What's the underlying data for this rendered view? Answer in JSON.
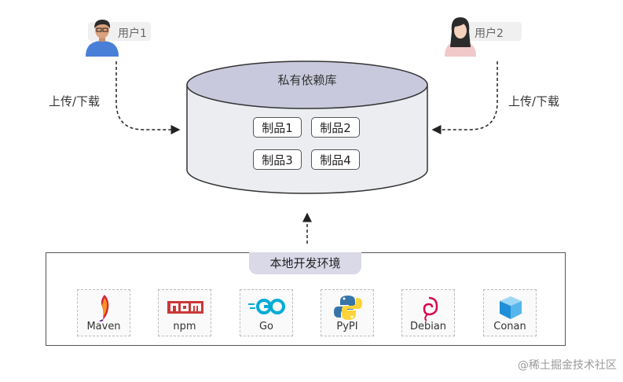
{
  "users": [
    {
      "label": "用户1"
    },
    {
      "label": "用户2"
    }
  ],
  "arrow_label": "上传/下载",
  "repository": {
    "title": "私有依赖库",
    "artifacts": [
      "制品1",
      "制品2",
      "制品3",
      "制品4"
    ]
  },
  "environment": {
    "title": "本地开发环境",
    "tools": [
      {
        "label": "Maven",
        "icon": "maven-feather-icon"
      },
      {
        "label": "npm",
        "icon": "npm-logo-icon"
      },
      {
        "label": "Go",
        "icon": "go-logo-icon"
      },
      {
        "label": "PyPI",
        "icon": "python-logo-icon"
      },
      {
        "label": "Debian",
        "icon": "debian-swirl-icon"
      },
      {
        "label": "Conan",
        "icon": "conan-cube-icon"
      }
    ]
  },
  "watermark": "@稀土掘金技术社区",
  "colors": {
    "cylinder_top": "#c9c9dd",
    "cylinder_body": "#ebedf1",
    "env_title_bg": "#d9d9e8",
    "user1_shirt": "#4a7fd8",
    "user2_shirt": "#f2c9c9"
  }
}
